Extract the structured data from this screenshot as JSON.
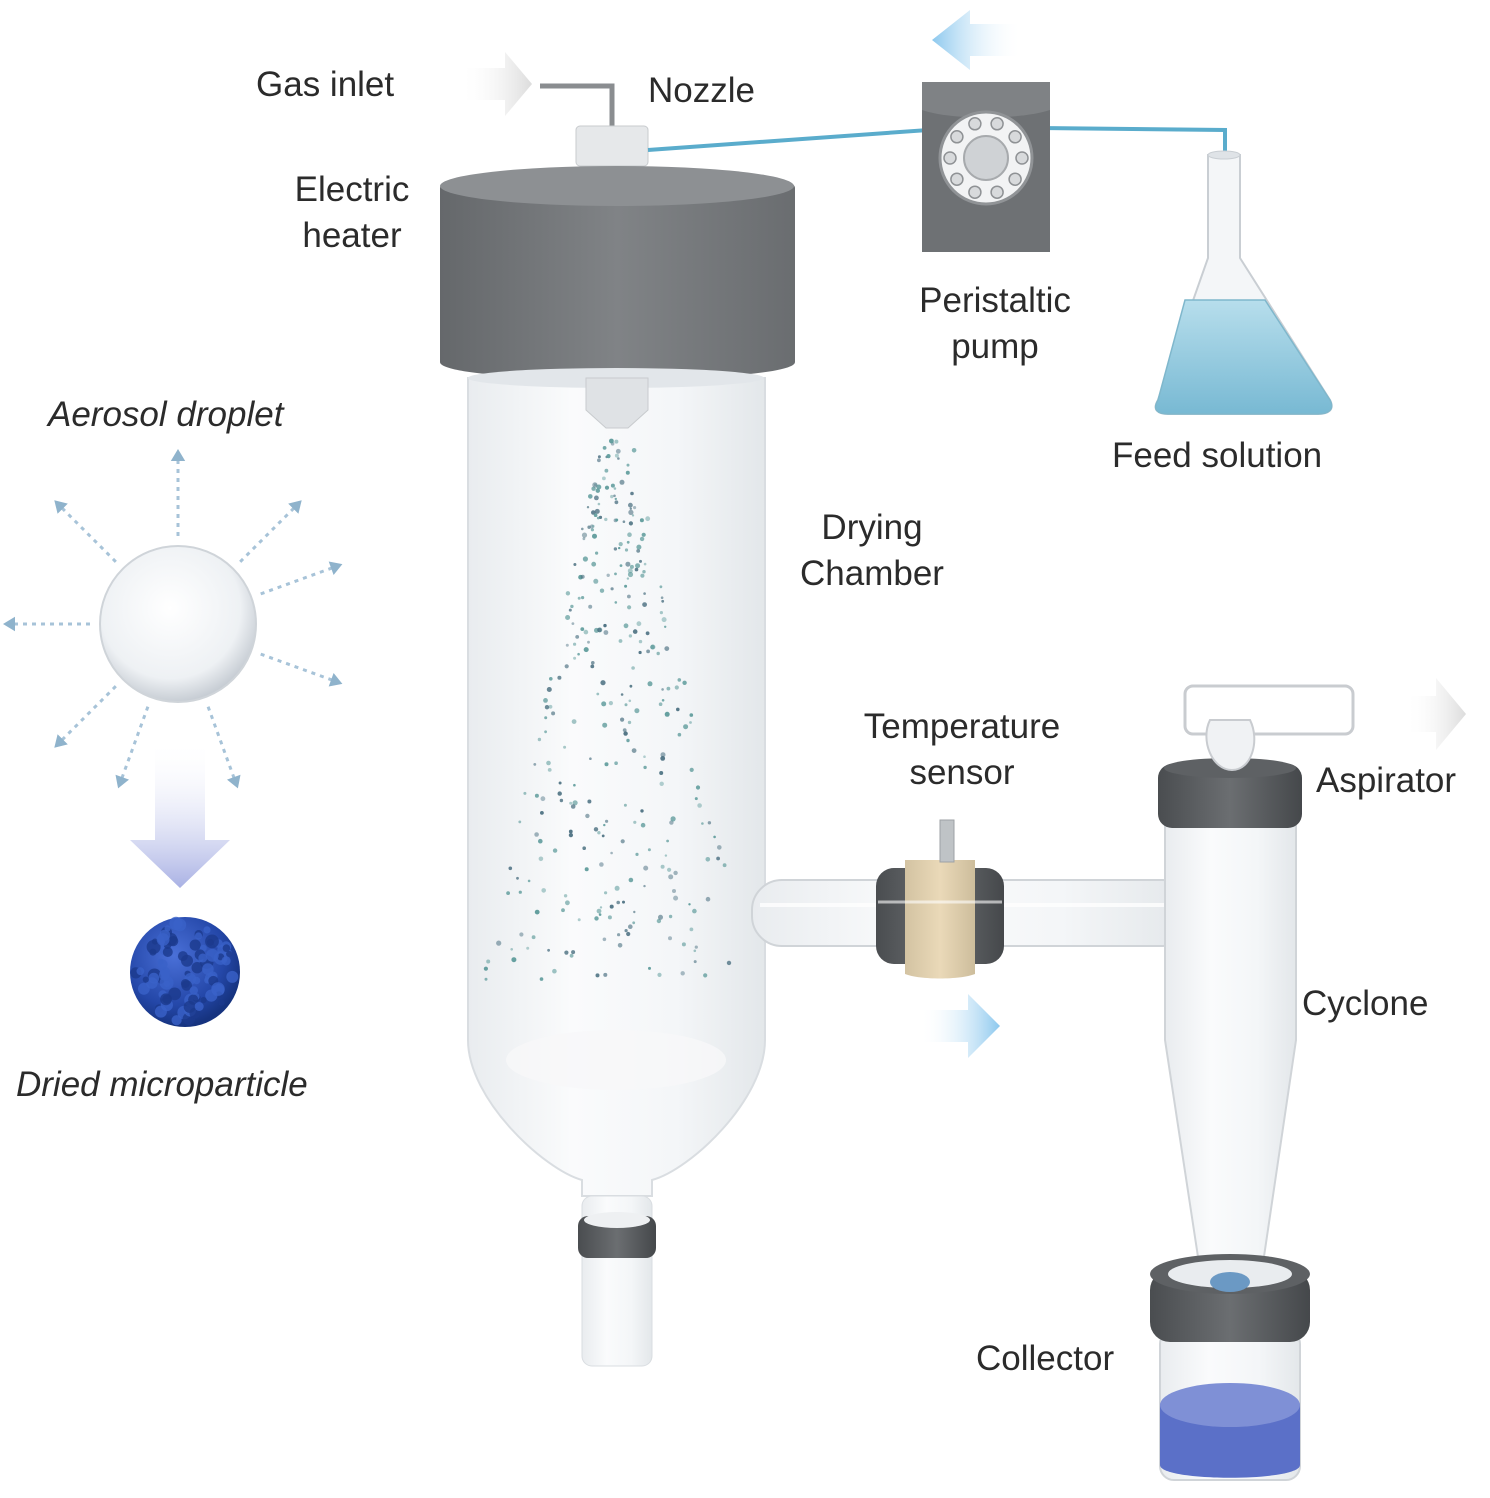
{
  "labels": {
    "gas_inlet": "Gas inlet",
    "nozzle": "Nozzle",
    "electric_heater_line1": "Electric",
    "electric_heater_line2": "heater",
    "peristaltic_pump_line1": "Peristaltic",
    "peristaltic_pump_line2": "pump",
    "feed_solution": "Feed solution",
    "aerosol_droplet": "Aerosol droplet",
    "drying_chamber_line1": "Drying",
    "drying_chamber_line2": "Chamber",
    "temperature_sensor_line1": "Temperature",
    "temperature_sensor_line2": "sensor",
    "aspirator": "Aspirator",
    "cyclone": "Cyclone",
    "dried_microparticle": "Dried microparticle",
    "collector": "Collector"
  },
  "colors": {
    "flow_arrow_blue": "#8cc8ee",
    "gas_arrow_grey": "#e2e2e2",
    "heater_grey": "#75787b",
    "tube_blue": "#5aaccc",
    "feed_liquid": "#8fcbe0",
    "particle_blue": "#2a4fb0",
    "collector_powder": "#5b70c8"
  }
}
